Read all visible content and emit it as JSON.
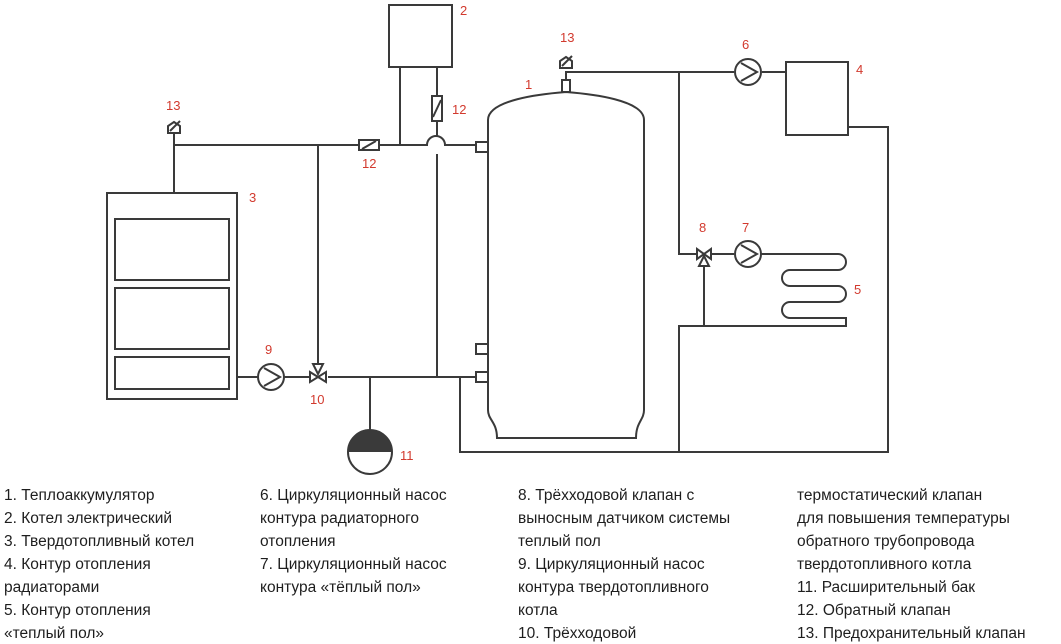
{
  "diagram": {
    "labels": {
      "accumulator": "1",
      "electric_boiler": "2",
      "solid_fuel_boiler": "3",
      "radiator_circuit": "4",
      "floor_circuit": "5",
      "pump_radiator": "6",
      "pump_floor": "7",
      "valve_floor": "8",
      "pump_boiler": "9",
      "valve_boiler": "10",
      "expansion_tank": "11",
      "check_valve_horizontal": "12",
      "check_valve_vertical": "12",
      "safety_valve_left": "13",
      "safety_valve_right": "13"
    },
    "colors": {
      "line": "#3a3a3a",
      "label": "#d23a2e",
      "text": "#1e1e1e"
    }
  },
  "legend": {
    "col1": [
      "1. Теплоаккумулятор",
      "2. Котел электрический",
      "3. Твердотопливный котел",
      "4. Контур отопления",
      "радиаторами",
      "5. Контур отопления",
      "«теплый пол»"
    ],
    "col2": [
      "6. Циркуляционный насос",
      "контура радиаторного",
      "отопления",
      "7. Циркуляционный насос",
      "контура «тёплый пол»"
    ],
    "col3": [
      "8. Трёхходовой клапан с",
      "выносным датчиком системы",
      "теплый пол",
      "9. Циркуляционный насос",
      "контура твердотопливного",
      "котла",
      "10. Трёхходовой"
    ],
    "col4": [
      "термостатический клапан",
      "для повышения температуры",
      "обратного трубопровода",
      "твердотопливного котла",
      "11. Расширительный бак",
      "12. Обратный клапан",
      "13. Предохранительный клапан"
    ]
  }
}
